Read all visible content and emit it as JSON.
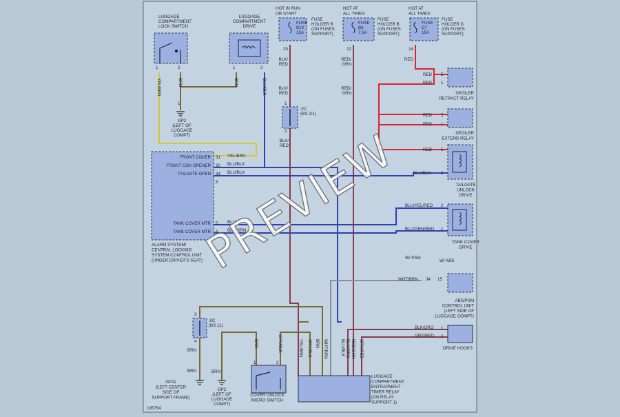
{
  "diagram": {
    "figure_number": "195754",
    "watermark": "PREVIEW",
    "power": [
      {
        "title": [
          "HOT IN RUN",
          "OR START"
        ],
        "fuse": [
          "FUSE",
          "B10",
          "15A"
        ],
        "holder": [
          "FUSE",
          "HOLDER B",
          "(ON FUSES",
          "SUPPORT)"
        ],
        "pin": "20",
        "wire": [
          "BLK/",
          "RED"
        ],
        "wire2": [
          "BLK/",
          "RED"
        ]
      },
      {
        "title": [
          "HOT AT",
          "ALL TIMES"
        ],
        "fuse": [
          "FUSE",
          "B6",
          "7.5A"
        ],
        "holder": [
          "FUSE",
          "HOLDER B",
          "(ON FUSES",
          "SUPPORT)"
        ],
        "pin": "12",
        "wire": [
          "RED/",
          "GRN"
        ],
        "wire2": [
          "RED/",
          "GRN"
        ]
      },
      {
        "title": [
          "HOT AT",
          "ALL TIMES"
        ],
        "fuse": [
          "FUSE",
          "D7",
          "15A"
        ],
        "holder": [
          "FUSE",
          "HOLDER D",
          "(ON FUSES",
          "SUPPORT)"
        ],
        "pin": "14",
        "wire": [
          "RED"
        ]
      }
    ],
    "components": {
      "lock_switch": {
        "title": [
          "LUGGAGE",
          "COMPARTMENT",
          "LOCK SWITCH"
        ],
        "pins": [
          "1",
          "2"
        ],
        "wires": [
          "YEL/BRN",
          "BRN"
        ]
      },
      "compartment_drive": {
        "title": [
          "LUGGAGE",
          "COMPARTMENT",
          "DRIVE"
        ],
        "pins": [
          "1",
          "2"
        ],
        "wires": [
          "BRN",
          "BLU/BLK"
        ]
      },
      "ground_top": {
        "pin": "1",
        "title": [
          "GP2",
          "(LEFT OF",
          "LUGGAGE",
          "COMPT)"
        ]
      },
      "jc_top": {
        "title": [
          "J/C",
          "(BS 2/1)"
        ],
        "pins": [
          "1",
          "2"
        ],
        "wire": [
          "BLK/",
          "RED"
        ]
      },
      "control_unit": {
        "label": [
          "ALARM SYSTEM/",
          "CENTRAL LOCKING",
          "SYSTEM CONTROL UNIT",
          "(UNDER DRIVER'S SEAT)"
        ],
        "rows": [
          {
            "name": "FRONT COVER",
            "pin": "31",
            "wire": "YEL/BRN"
          },
          {
            "name": "FRONT COV OPENER",
            "pin": "30",
            "wire": "BLU/BLK"
          },
          {
            "name": "TAILGATE OPEN",
            "pin": "34",
            "wire": "BLU/BLK"
          },
          {
            "name": "TANK COVER MTR",
            "pin": "5",
            "wire": "BLU/..."
          },
          {
            "name": "TANK COVER MTR",
            "pin": "6",
            "wire": "BLU/GRN..."
          }
        ],
        "pin_8": "8"
      },
      "spoiler_retract": {
        "title": [
          "SPOILER",
          "RETRACT RELAY"
        ],
        "pins": [
          "5",
          "1"
        ],
        "wires": [
          "RED",
          "RED"
        ]
      },
      "spoiler_extend": {
        "title": [
          "SPOILER",
          "EXTEND RELAY"
        ],
        "pins": [
          "5",
          "1"
        ],
        "wires": [
          "RED",
          "RED"
        ]
      },
      "tailgate_drive": {
        "title": [
          "TAILGATE",
          "UNLOCK",
          "DRIVE"
        ],
        "pins": [
          "1",
          "2"
        ],
        "wires": [
          "RED",
          "BLU/BLK"
        ]
      },
      "tank_drive": {
        "title": [
          "TANK COVER",
          "DRIVE"
        ],
        "pins": [
          "2",
          "1"
        ],
        "wires": [
          "BLU/YEL/RED",
          "BLU/GRN/RED"
        ]
      },
      "abs_unit": {
        "title": [
          "ABS/PSM",
          "CONTROL UNIT",
          "(LEFT SIDE OF",
          "LUGGAGE COMPT)"
        ],
        "variants": [
          "W/ PSM",
          "W/ ABS"
        ],
        "pins": [
          "34",
          "15"
        ],
        "wire": "WHT/BRN"
      },
      "drive_hooks": {
        "title": [
          "DRIVE HOOKS"
        ],
        "pins": [
          "1",
          "2"
        ],
        "wires": [
          "BLK/ORG",
          "GRY/RED"
        ]
      },
      "jc_bottom": {
        "title": [
          "J/C",
          "(BS 11)"
        ],
        "pins": [
          "3",
          "4"
        ],
        "wires": [
          "BRN",
          "BRN"
        ]
      },
      "ground_gp11": {
        "title": [
          "GP11",
          "(LEFT CENTER",
          "SIDE OF",
          "SUPPORT FRAME)"
        ]
      },
      "ground_gp2": {
        "wire": "BRN",
        "title": [
          "GP2",
          "(LEFT OF",
          "LUGGAGE",
          "COMPT)"
        ]
      },
      "micro_switch": {
        "title": [
          "COVER UNLOCK",
          "MICRO SWITCH"
        ],
        "pins": [
          "1",
          "2"
        ],
        "wires": [
          "BRN",
          "GRY/BLK"
        ]
      },
      "timer_relay": {
        "title": [
          "LUGGAGE",
          "COMPARTMENT",
          "ENTRAPMENT",
          "TIMER RELAY",
          "(ON RELAY",
          "SUPPORT 1)"
        ],
        "wires": [
          "YEL/BRN",
          "GRY/BLK",
          "BRN",
          "WHT/BRN",
          "BLU/BLK",
          "BLK/ORG",
          "RED/GRN",
          "GRY/RED"
        ]
      }
    }
  },
  "colors": {
    "background": "#b9c9d6",
    "panel": "#c3d3e1",
    "box_fill": "#9cb1e2",
    "wire_red": "#d8262e",
    "wire_blue": "#2f3fb4",
    "wire_yellow": "#d6c830",
    "wire_brown": "#7a6a2e",
    "wire_gray": "#8a8f98",
    "wire_darkred": "#8a3a4a"
  }
}
